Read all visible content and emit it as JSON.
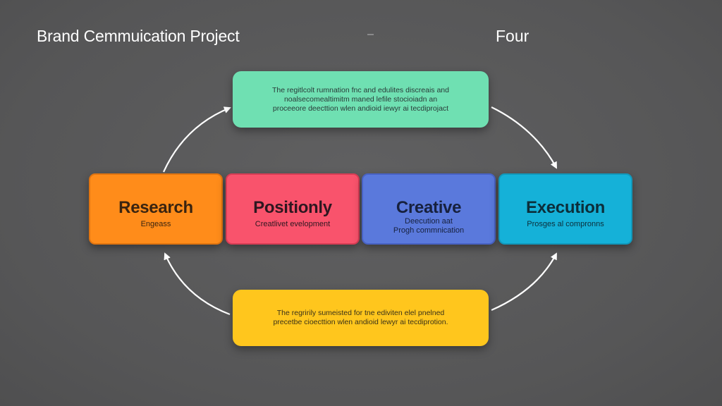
{
  "header": {
    "title": "Brand Cemmuication Project",
    "subtitle": "Four"
  },
  "notes": {
    "top": {
      "lines": [
        "The regitlcolt rumnation fnc and edulites discreais and",
        "noalsecomealtimitm maned lefile stocioiadn an",
        "proceeore deecttion wlen andioid iewyr ai tecdiprojact"
      ]
    },
    "bottom": {
      "lines": [
        "The regririly sumeisted for tne ediviten elel pnelned",
        "precetbe cioecttion wlen andioid lewyr ai tecdiprotion."
      ]
    }
  },
  "stages": [
    {
      "name": "Research",
      "desc": [
        "Engeass"
      ],
      "color": "#ff8c1a"
    },
    {
      "name": "Positionly",
      "desc": [
        "Creatlivet evelopment"
      ],
      "color": "#f9536c"
    },
    {
      "name": "Creative",
      "desc": [
        "Deecution aat",
        "Progh commnication"
      ],
      "color": "#5a79dc"
    },
    {
      "name": "Execution",
      "desc": [
        "Prosges al compronns"
      ],
      "color": "#15b1d8"
    }
  ],
  "colors": {
    "background": "#5b5b5c",
    "note_top": "#6fe0b2",
    "note_bottom": "#ffc61d",
    "arrow": "#ffffff"
  },
  "icons": [
    "arrow-head-icon"
  ]
}
